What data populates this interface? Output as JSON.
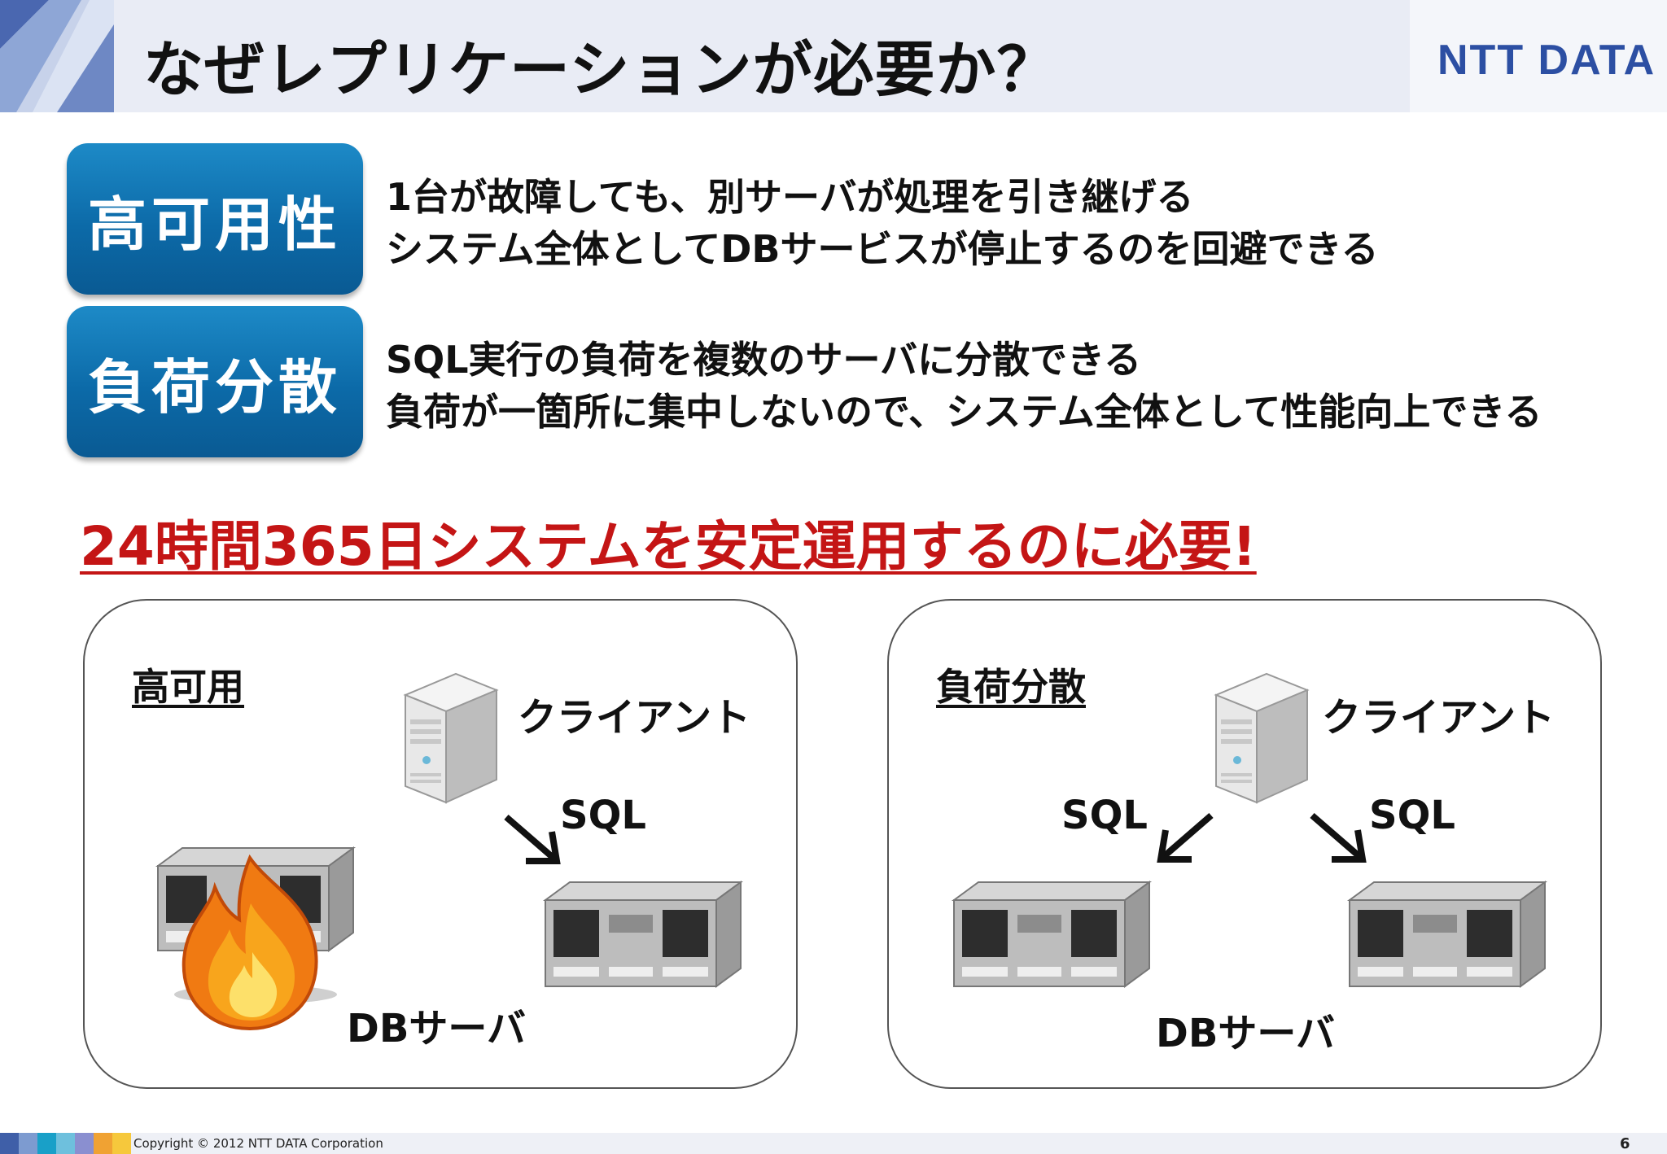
{
  "header": {
    "title": "なぜレプリケーションが必要か？",
    "logo": "NTT DATA"
  },
  "features": [
    {
      "badge": "高可用性",
      "lines": [
        "1台が故障しても、別サーバが処理を引き継げる",
        "システム全体としてDBサービスが停止するのを回避できる"
      ]
    },
    {
      "badge": "負荷分散",
      "lines": [
        "SQL実行の負荷を複数のサーバに分散できる",
        "負荷が一箇所に集中しないので、システム全体として性能向上できる"
      ]
    }
  ],
  "headline": "24時間365日システムを安定運用するのに必要!",
  "diagrams": {
    "high_availability": {
      "title": "高可用",
      "client_label": "クライアント",
      "sql_label": "SQL",
      "db_label": "DBサーバ"
    },
    "load_balancing": {
      "title": "負荷分散",
      "client_label": "クライアント",
      "sql_left_label": "SQL",
      "sql_right_label": "SQL",
      "db_label": "DBサーバ"
    }
  },
  "footer": {
    "copyright": "Copyright © 2012 NTT DATA Corporation",
    "page_number": "6",
    "stripe_colors": [
      "#3f5fa8",
      "#7d9bd0",
      "#19a0c8",
      "#6ec0dd",
      "#8a8fd0",
      "#f0a233",
      "#f6c83c"
    ]
  },
  "icons": [
    "server-tower-icon",
    "db-server-icon",
    "fire-icon",
    "arrow-icon"
  ]
}
